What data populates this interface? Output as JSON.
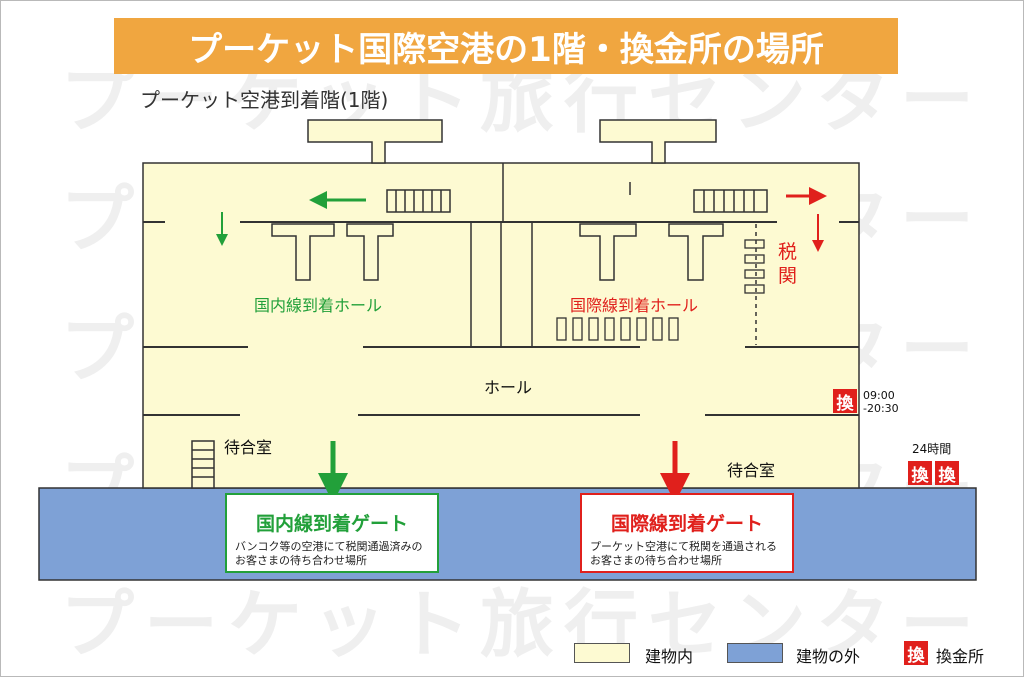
{
  "title": "プーケット国際空港の1階・換金所の場所",
  "subtitle": "プーケット空港到着階(1階)",
  "watermark": "プーケット旅行センター",
  "colors": {
    "banner": "#f0a640",
    "inside": "#fdfad2",
    "outside": "#7ea1d6",
    "domestic": "#22a03a",
    "international": "#e0201c"
  },
  "areas": {
    "domestic_hall": "国内線到着ホール",
    "international_hall": "国際線到着ホール",
    "hall": "ホール",
    "waiting_left": "待合室",
    "waiting_right": "待合室",
    "customs": "税関"
  },
  "exchange": {
    "icon_char": "換",
    "hours_open": "09:00",
    "hours_close": "-20:30",
    "label_24h": "24時間"
  },
  "gates": {
    "domestic": {
      "title": "国内線到着ゲート",
      "desc_line1": "バンコク等の空港にて税関通過済みの",
      "desc_line2": "お客さまの待ち合わせ場所"
    },
    "international": {
      "title": "国際線到着ゲート",
      "desc_line1": "プーケット空港にて税関を通過される",
      "desc_line2": "お客さまの待ち合わせ場所"
    }
  },
  "legend": {
    "inside": "建物内",
    "outside": "建物の外",
    "exchange_icon": "換",
    "exchange": "換金所"
  }
}
